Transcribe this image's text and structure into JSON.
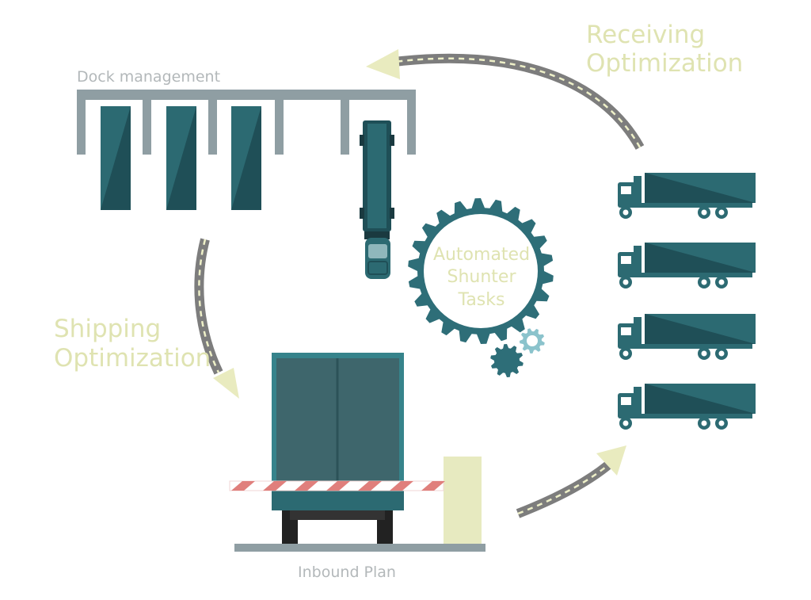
{
  "labels": {
    "dock_management": "Dock management",
    "receiving": [
      "Receiving",
      "Optimization"
    ],
    "shipping": [
      "Shipping",
      "Optimization"
    ],
    "automated": [
      "Automated",
      "Shunter",
      "Tasks"
    ],
    "inbound_plan": "Inbound Plan"
  },
  "colors": {
    "teal": "#2c6a72",
    "teal_dark": "#1f4f57",
    "gear": "#2e6e78",
    "gray": "#8f9ea3",
    "road": "#7d7d7d",
    "road_dash": "#eef0c8",
    "arrow_head": "#e9ebbf",
    "label_green": "#dfe3b1",
    "label_gray": "#b3b8ba",
    "barrier_red": "#e07f7c",
    "barrier_post": "#e7eac0"
  }
}
